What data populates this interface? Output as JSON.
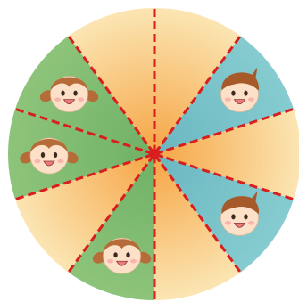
{
  "wheel": {
    "sector_count": 10,
    "sectors": [
      {
        "fill": "peach",
        "content": "empty"
      },
      {
        "fill": "teal",
        "content": "boy-face-icon"
      },
      {
        "fill": "peach",
        "content": "empty"
      },
      {
        "fill": "teal",
        "content": "boy-face-icon"
      },
      {
        "fill": "peach",
        "content": "empty"
      },
      {
        "fill": "green",
        "content": "girl-face-icon"
      },
      {
        "fill": "peach",
        "content": "empty"
      },
      {
        "fill": "green",
        "content": "girl-face-icon"
      },
      {
        "fill": "green",
        "content": "girl-face-icon"
      },
      {
        "fill": "peach",
        "content": "empty"
      }
    ]
  },
  "colors": {
    "background": "#ffffff",
    "peach_center": "#f6a444",
    "peach_edge": "#fbe6b4",
    "green": "#8dc47a",
    "green_dark": "#6fb166",
    "teal": "#86ccd0",
    "teal_dark": "#6ab7c1",
    "divider": "#d81e1e",
    "skin": "#fde0c8",
    "girl_hair": "#b56c39",
    "boy_hair": "#a65a2a",
    "mouth": "#ec7a7a",
    "cheek": "#f7a9a6"
  },
  "divider_style": "dashed"
}
